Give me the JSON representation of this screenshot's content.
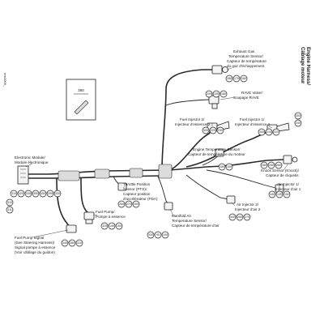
{
  "side_code": "rmr2006_",
  "title": [
    "Engine Harness/",
    "Câblage moteur"
  ],
  "inset": {
    "number": "360"
  },
  "labels": {
    "exhaust_gas": [
      "Exhaust Gas",
      "Temperature Sensor/",
      "Capteur de température",
      "du gaz d'échappement"
    ],
    "rave_valve": [
      "RAVE Valve/",
      "Soupape RAVE"
    ],
    "fuel_injector_2": [
      "Fuel Injector 2/",
      "Injecteur d'essence 2"
    ],
    "fuel_injector_1": [
      "Fuel Injector 1/",
      "Injecteur d'essence 1"
    ],
    "electronic_module": [
      "Electronic Module/",
      "Module électronique"
    ],
    "engine_temp": [
      "Engine Temperature Sensor/",
      "Capteur de température du moteur"
    ],
    "knock_sensor": [
      "Knock Sensor (Knock)/",
      "Capteur de cliquetis"
    ],
    "air_injector_1": [
      "Air Injector 1/",
      "Injecteur d'air 1"
    ],
    "throttle_sensor": [
      "Throttle Position",
      "Sensor (PTS)/",
      "Capteur position",
      "d'accélérateur (PDA)"
    ],
    "air_injector_2": [
      "Air Injector 2/",
      "Injecteur d'air 2"
    ],
    "fuel_pump": [
      "Fuel Pump/",
      "Pompe à essence"
    ],
    "manifold_air": [
      "Manifold Air",
      "Temperature Sensor/",
      "Capteur de température d'air"
    ],
    "fuel_pump_signal": [
      "Fuel Pump Signal",
      "(See Steering Harness)/",
      "Signal pompe à essence",
      "(Voir câblage du guidon)"
    ]
  },
  "callouts": {
    "exhaust": [
      "280",
      "170",
      "180"
    ],
    "rave": [
      "200",
      "190",
      "180"
    ],
    "inj2": [
      "300",
      "220",
      "230"
    ],
    "inj1": [
      "300",
      "210",
      "220"
    ],
    "right": [
      "300",
      "240"
    ],
    "enginetemp": [
      "280",
      "150"
    ],
    "knock": [
      "280",
      "250",
      "260"
    ],
    "module_row": [
      "310",
      "320",
      "330",
      "350",
      "350",
      "290",
      "330"
    ],
    "module_left": [
      "310",
      "311"
    ],
    "throttle": [
      "260",
      "270",
      "160"
    ],
    "fuelpump": [
      "110",
      "140",
      "150"
    ],
    "manifold": [
      "330",
      "90",
      "100"
    ],
    "airinj2": [
      "340",
      "260",
      "270"
    ],
    "airinj1": [
      "340",
      "130",
      "190"
    ],
    "signal": [
      "340",
      "280",
      "310"
    ]
  }
}
